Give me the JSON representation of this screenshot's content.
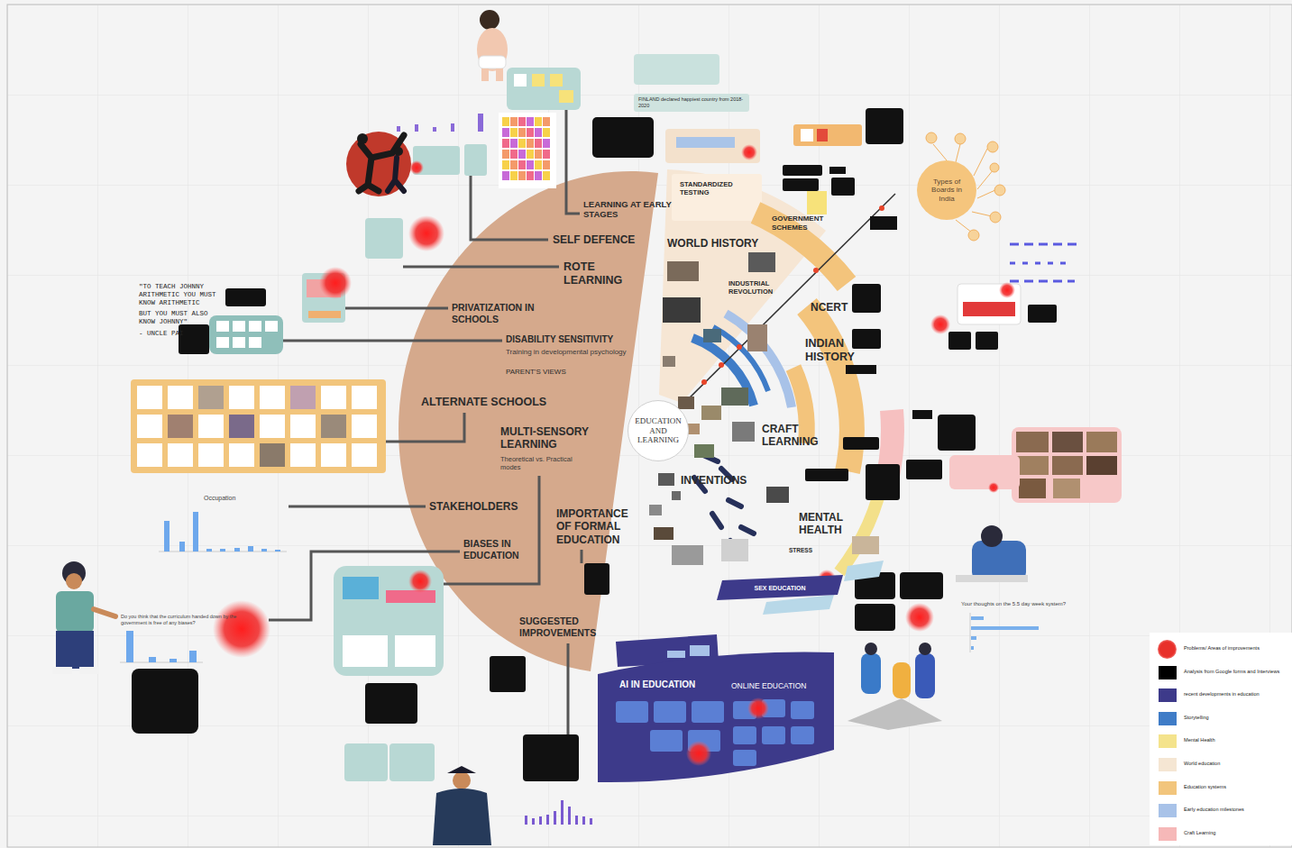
{
  "diagram": {
    "nodes": [
      {
        "text": [
          "EDUCATION AND LEARNING"
        ]
      },
      {
        "text": [
          "Types of Boards in India"
        ]
      },
      {
        "text": [
          "FINLAND declared happiest country from 2018- 2020"
        ]
      },
      {
        "text": [
          "SEX EDUCATION"
        ]
      },
      {
        "text": [
          "AI IN EDUCATION",
          "ONLINE EDUCATION"
        ]
      }
    ],
    "labels": [
      "LEARNING AT EARLY STAGES",
      "SELF DEFENCE",
      "ROTE LEARNING",
      "PRIVATIZATION IN SCHOOLS",
      "DISABILITY SENSITIVITY",
      "Training in developmental psychology",
      "PARENT'S VIEWS",
      "ALTERNATE SCHOOLS",
      "MULTI-SENSORY LEARNING",
      "Theoretical vs. Practical modes",
      "STAKEHOLDERS",
      "IMPORTANCE OF FORMAL EDUCATION",
      "BIASES IN EDUCATION",
      "SUGGESTED IMPROVEMENTS",
      "STANDARDIZED TESTING",
      "WORLD HISTORY",
      "GOVERNMENT SCHEMES",
      "INDUSTRIAL REVOLUTION",
      "NCERT",
      "INDIAN HISTORY",
      "CRAFT LEARNING",
      "INVENTIONS",
      "MENTAL HEALTH",
      "STRESS",
      "\"TO TEACH JOHNNY ARITHMETIC YOU MUST KNOW ARITHMETIC",
      "BUT YOU MUST ALSO KNOW JOHNNY\"",
      "- UNCLE PAI",
      "Occupation",
      "Your thoughts on the 5.5 day week system?",
      "Do you think that the curriculum handed down by the government is free of any biases?"
    ],
    "legend": [
      {
        "text": "Problems/ Areas of improvements",
        "color": "#e8302a"
      },
      {
        "text": "Analysis from Google forms and Interviews",
        "color": "#000000"
      },
      {
        "text": "recent developments in education",
        "color": "#3d3a8a"
      },
      {
        "text": "Storytelling",
        "color": "#3f7cc7"
      },
      {
        "text": "Mental Health",
        "color": "#f4e38c"
      },
      {
        "text": "World education",
        "color": "#f5e6d3"
      },
      {
        "text": "Education systems",
        "color": "#f2c57c"
      },
      {
        "text": "Early education milestones",
        "color": "#a8c2e8"
      },
      {
        "text": "Craft Learning",
        "color": "#f6b8b8"
      }
    ]
  }
}
